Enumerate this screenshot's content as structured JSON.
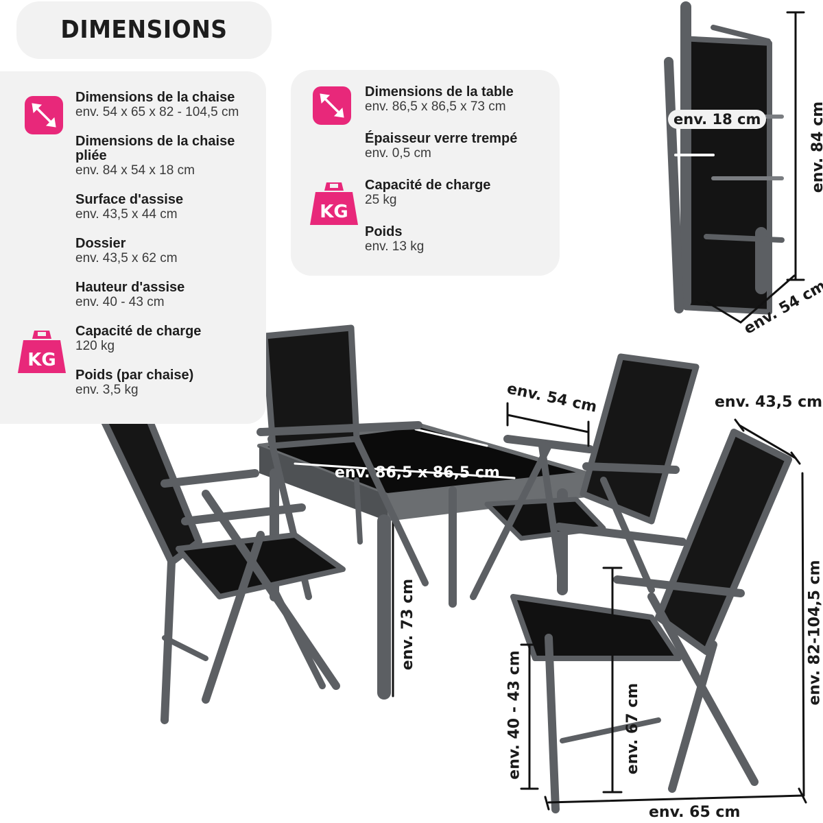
{
  "title": "DIMENSIONS",
  "colors": {
    "accent": "#e8287a",
    "panel": "#f2f2f2",
    "frame": "#5c5f63",
    "fabric": "#151515"
  },
  "chair_specs": [
    {
      "label": "Dimensions de la chaise",
      "value": "env. 54 x 65 x 82 - 104,5 cm",
      "icon": "diagonal-arrow-icon"
    },
    {
      "label": "Dimensions de la chaise pliée",
      "value": "env. 84 x 54 x 18 cm"
    },
    {
      "label": "Surface d'assise",
      "value": "env. 43,5 x 44 cm"
    },
    {
      "label": "Dossier",
      "value": "env. 43,5 x 62 cm"
    },
    {
      "label": "Hauteur d'assise",
      "value": "env. 40 - 43 cm"
    },
    {
      "label": "Capacité de charge",
      "value": "120 kg",
      "icon": "kg-weight-icon"
    },
    {
      "label": "Poids (par chaise)",
      "value": "env. 3,5 kg"
    }
  ],
  "table_specs": [
    {
      "label": "Dimensions de la table",
      "value": "env. 86,5 x 86,5 x 73 cm",
      "icon": "diagonal-arrow-icon"
    },
    {
      "label": "Épaisseur verre trempé",
      "value": "env. 0,5 cm"
    },
    {
      "label": "Capacité de charge",
      "value": "25 kg",
      "icon": "kg-weight-icon"
    },
    {
      "label": "Poids",
      "value": "env. 13 kg"
    }
  ],
  "kg_text": "KG",
  "measurements": {
    "folded_depth": "env. 18 cm",
    "folded_height": "env. 84 cm",
    "folded_width": "env. 54 cm",
    "chair_width": "env. 54 cm",
    "backrest_width": "env. 43,5 cm",
    "table_top": "env. 86,5 x 86,5 cm",
    "table_height": "env. 73 cm",
    "seat_height": "env. 40 - 43 cm",
    "armrest_height": "env. 67 cm",
    "chair_height": "env. 82-104,5 cm",
    "chair_depth": "env. 65 cm"
  }
}
